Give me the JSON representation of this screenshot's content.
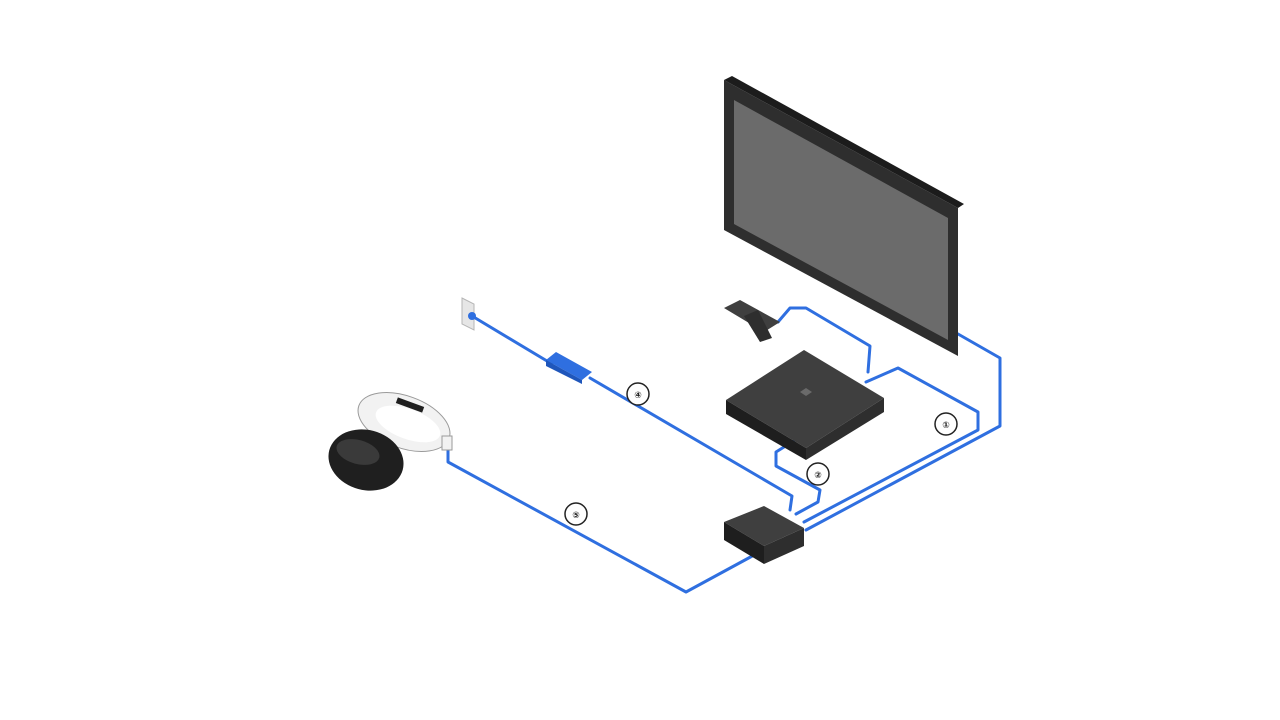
{
  "colors": {
    "cable": "#2f6fe0",
    "device_dark": "#2e2e2e",
    "device_mid": "#3f3f3f",
    "screen": "#6b6b6b",
    "headset_white": "#f2f2f2",
    "headset_dark": "#1f1f1f",
    "badge_fill": "#ffffff",
    "badge_stroke": "#222222"
  },
  "devices": [
    {
      "id": "tv",
      "icon": "tv-icon"
    },
    {
      "id": "camera",
      "icon": "camera-icon"
    },
    {
      "id": "console",
      "icon": "ps4-console-icon"
    },
    {
      "id": "processor",
      "icon": "processor-unit-icon"
    },
    {
      "id": "headset",
      "icon": "vr-headset-icon"
    },
    {
      "id": "wall_outlet",
      "icon": "wall-outlet-icon"
    },
    {
      "id": "ac_adaptor",
      "icon": "ac-adaptor-icon"
    }
  ],
  "cable_labels": [
    {
      "id": "power",
      "text": "④"
    },
    {
      "id": "usb",
      "text": "②"
    },
    {
      "id": "hdmi_tv",
      "text": "①"
    },
    {
      "id": "headset",
      "text": "⑤"
    }
  ]
}
